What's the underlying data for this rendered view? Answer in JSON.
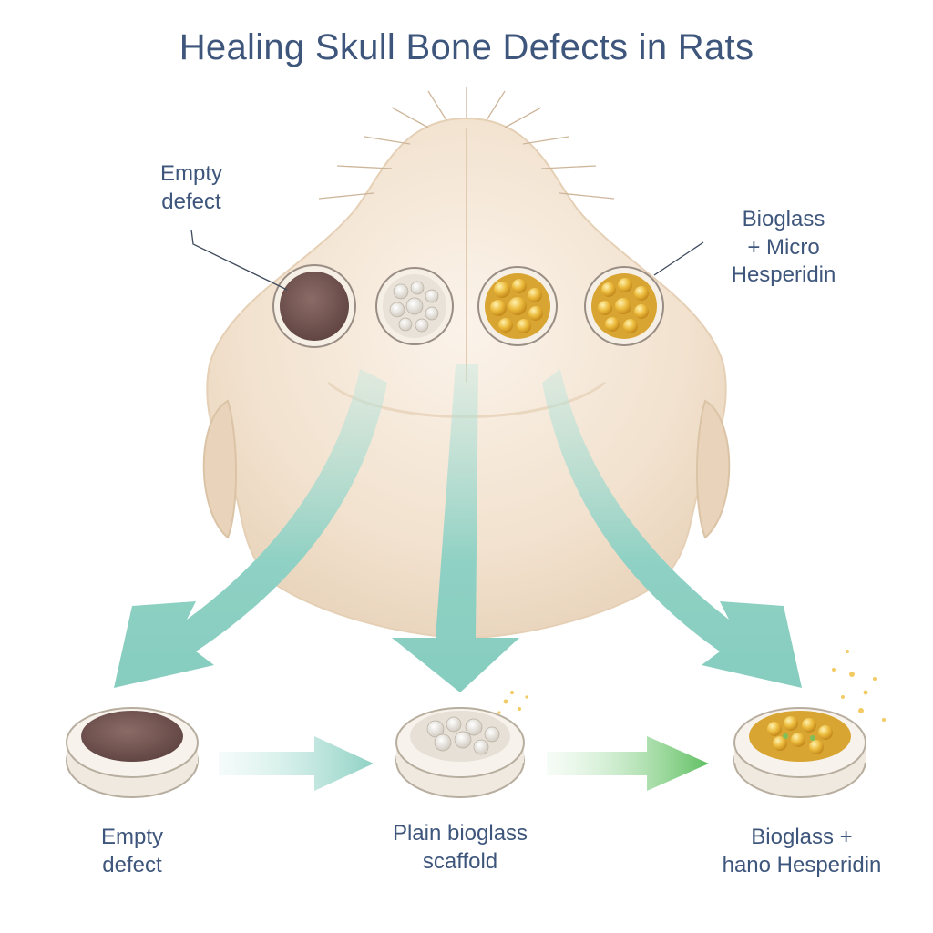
{
  "title": "Healing Skull Bone Defects in Rats",
  "labels": {
    "empty_defect_top": [
      "Empty",
      "defect"
    ],
    "bioglass_micro": [
      "Bioglass",
      "+ Micro",
      "Hesperidin"
    ],
    "empty_defect_bottom": [
      "Empty",
      "defect"
    ],
    "plain_scaffold": [
      "Plain bioglass",
      "scaffold"
    ],
    "bioglass_nano": [
      "Bioglass +",
      "hano Hesperidin"
    ]
  },
  "colors": {
    "title_text": "#3e567c",
    "skull": "#f3e6d6",
    "arrow_teal": "#8fd1c4",
    "arrow_green": "#6cc46a",
    "empty_fill": "#7a5a55",
    "scaffold_fill": "#e8e2d8",
    "hesperidin_fill": "#e7b43a"
  }
}
